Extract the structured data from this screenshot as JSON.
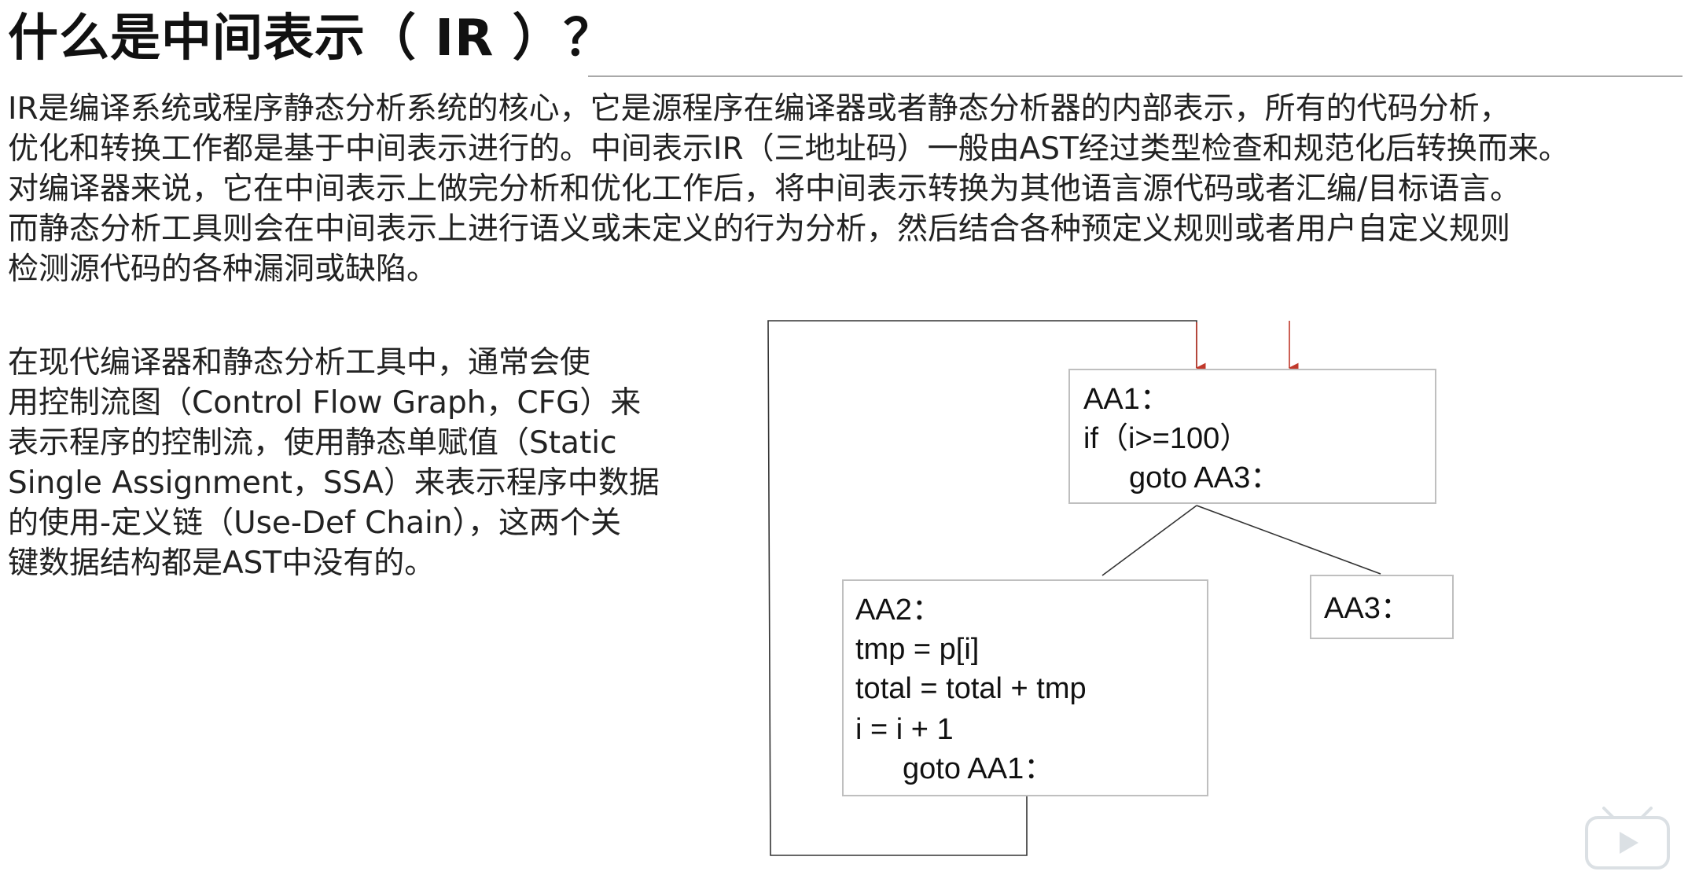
{
  "title": "什么是中间表示（ IR ）？",
  "intro_lines": [
    "IR是编译系统或程序静态分析系统的核心，它是源程序在编译器或者静态分析器的内部表示，所有的代码分析，",
    "优化和转换工作都是基于中间表示进行的。中间表示IR（三地址码）一般由AST经过类型检查和规范化后转换而来。",
    "对编译器来说，它在中间表示上做完分析和优化工作后，将中间表示转换为其他语言源代码或者汇编/目标语言。",
    "而静态分析工具则会在中间表示上进行语义或未定义的行为分析，然后结合各种预定义规则或者用户自定义规则",
    "检测源代码的各种漏洞或缺陷。"
  ],
  "side_lines": [
    "在现代编译器和静态分析工具中，通常会使",
    "用控制流图（Control Flow Graph，CFG）来",
    "表示程序的控制流，使用静态单赋值（Static",
    "Single Assignment，SSA）来表示程序中数据",
    "的使用-定义链（Use-Def Chain），这两个关",
    "键数据结构都是AST中没有的。"
  ],
  "cfg": {
    "aa1": [
      "AA1：",
      "if（i>=100）",
      "goto AA3："
    ],
    "aa2": [
      "AA2：",
      "tmp = p[i]",
      "total = total + tmp",
      "i = i + 1",
      "goto AA1："
    ],
    "aa3": [
      "AA3："
    ]
  },
  "colors": {
    "entry_arrow": "#c0392b",
    "box_border": "#bfbfbf",
    "rule": "#a9a9a9"
  },
  "icons": {
    "player_badge": "video-player-icon"
  }
}
